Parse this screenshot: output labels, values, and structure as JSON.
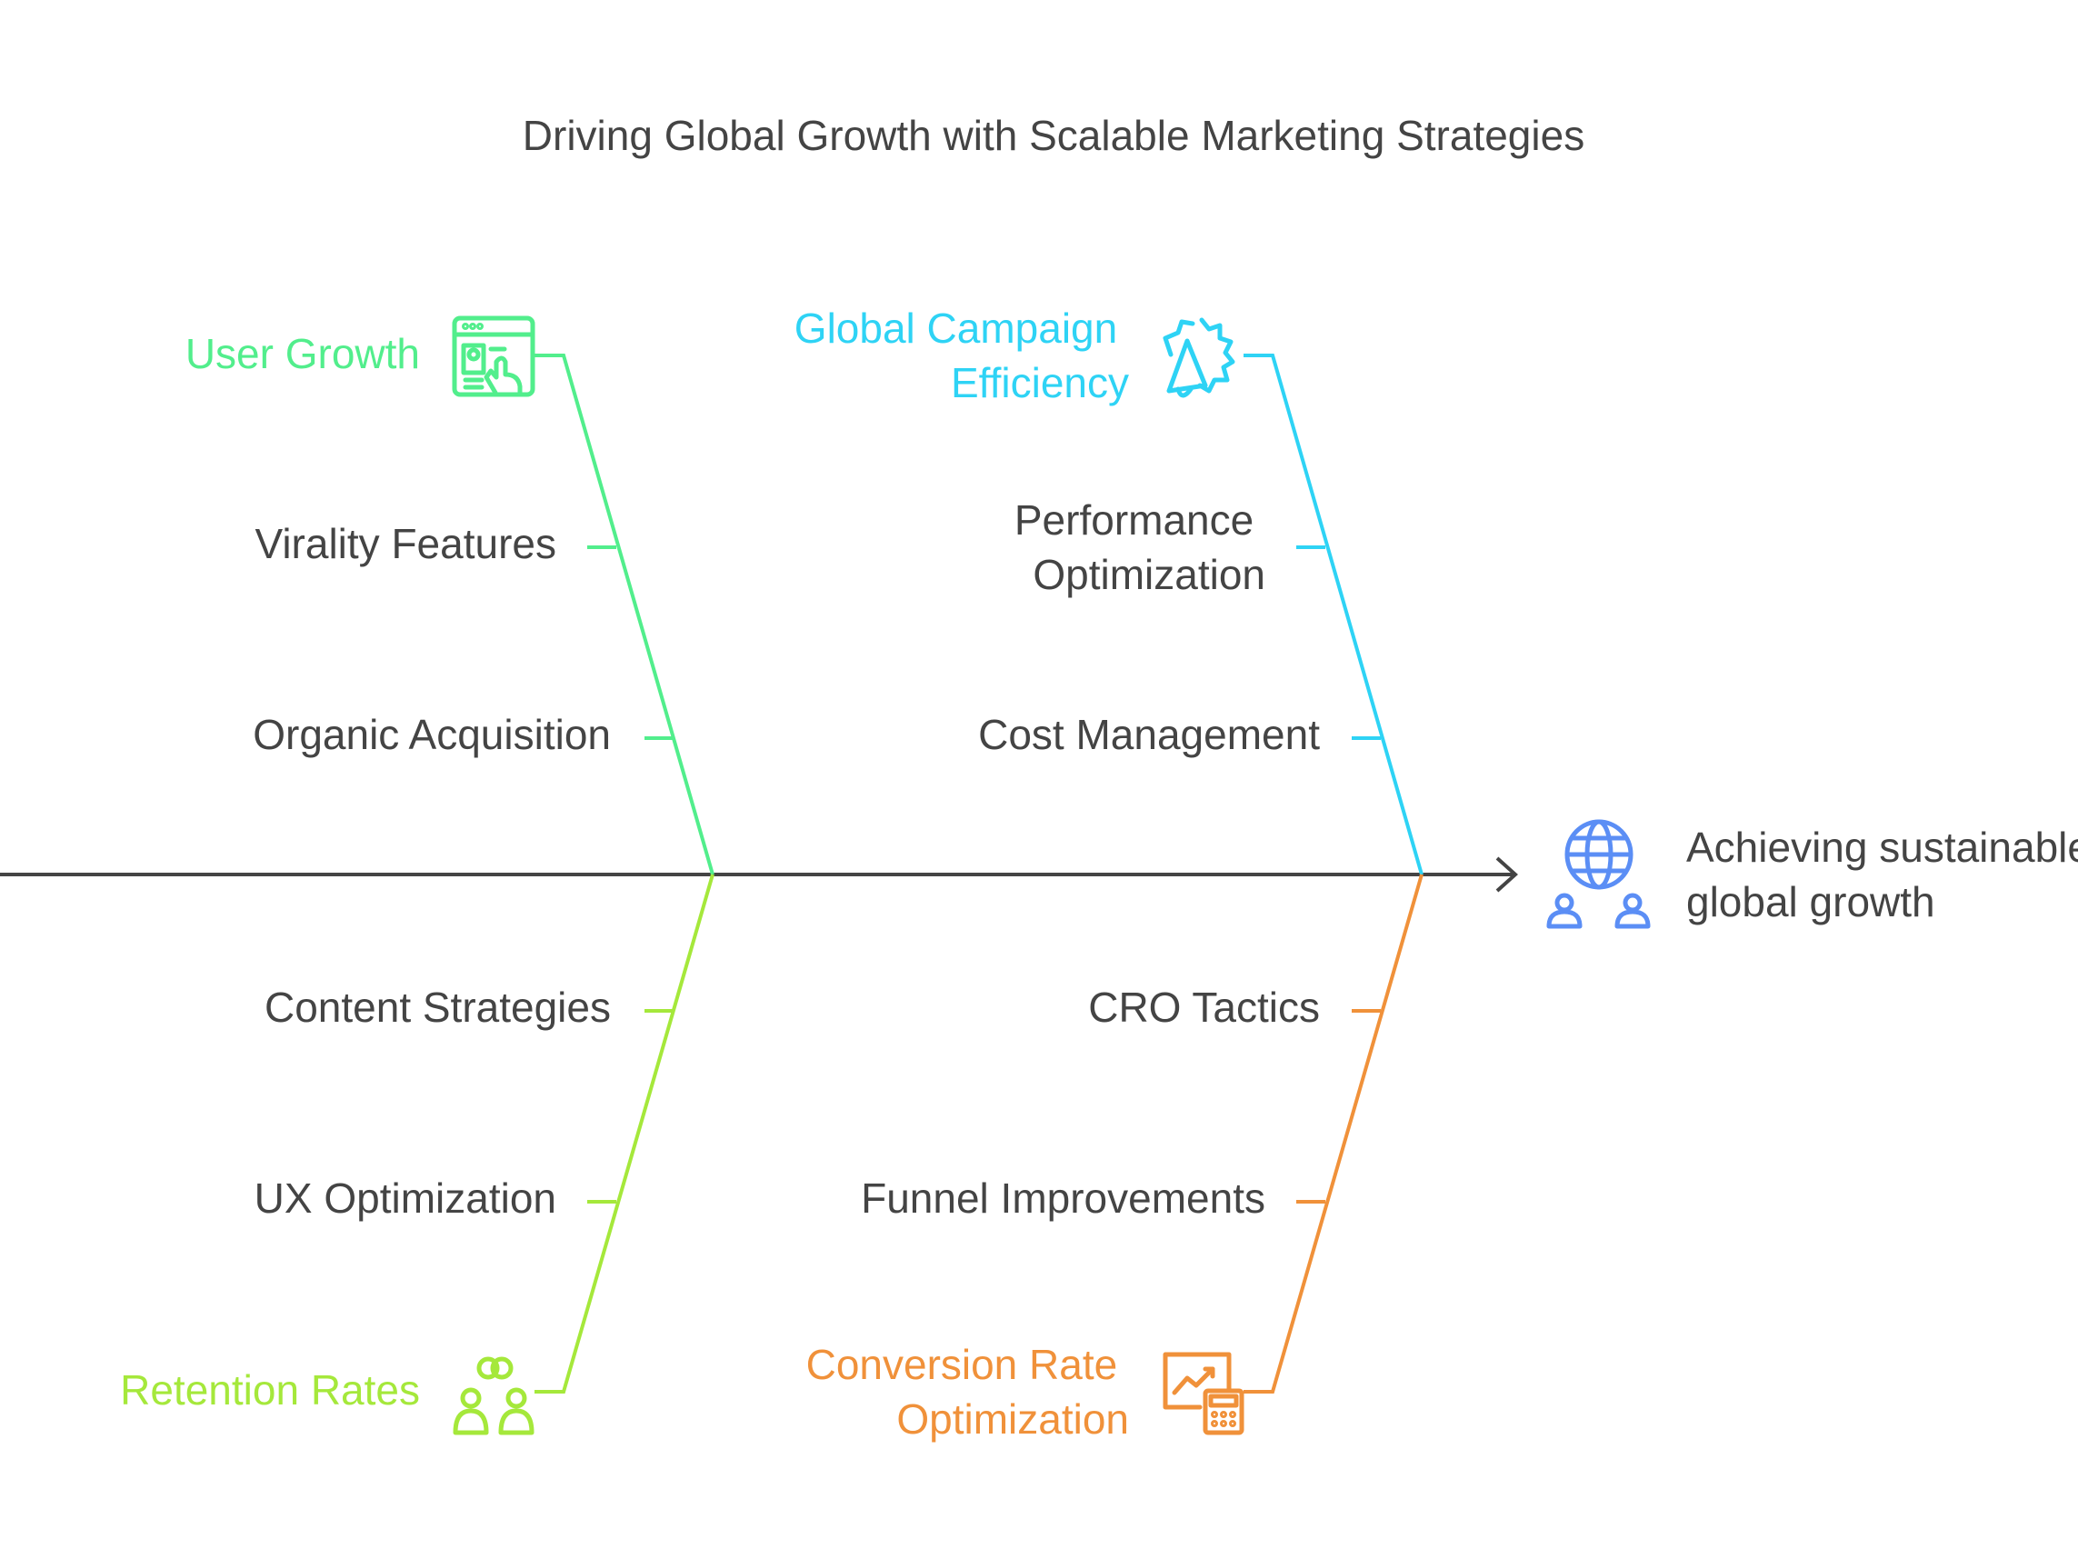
{
  "title": "Driving Global Growth with Scalable Marketing Strategies",
  "colors": {
    "user_growth": "#52EE8C",
    "campaign": "#2ED3F5",
    "retention": "#A5E83B",
    "conversion": "#F0913A",
    "result": "#5B8EF5",
    "text": "#444444"
  },
  "categories": {
    "user_growth": {
      "label": "User Growth",
      "icon": "browser-hand-icon",
      "causes": [
        "Virality Features",
        "Organic Acquisition"
      ]
    },
    "campaign": {
      "label_lines": [
        "Global Campaign",
        "Efficiency"
      ],
      "icon": "megaphone-badge-icon",
      "causes": [
        [
          "Performance",
          "Optimization"
        ],
        "Cost Management"
      ]
    },
    "retention": {
      "label": "Retention Rates",
      "icon": "users-link-icon",
      "causes": [
        "Content Strategies",
        "UX Optimization"
      ]
    },
    "conversion": {
      "label_lines": [
        "Conversion Rate",
        "Optimization"
      ],
      "icon": "chart-calculator-icon",
      "causes": [
        "CRO Tactics",
        "Funnel Improvements"
      ]
    }
  },
  "result": {
    "lines": [
      "Achieving sustainable",
      "global growth"
    ],
    "icon": "globe-people-icon"
  }
}
